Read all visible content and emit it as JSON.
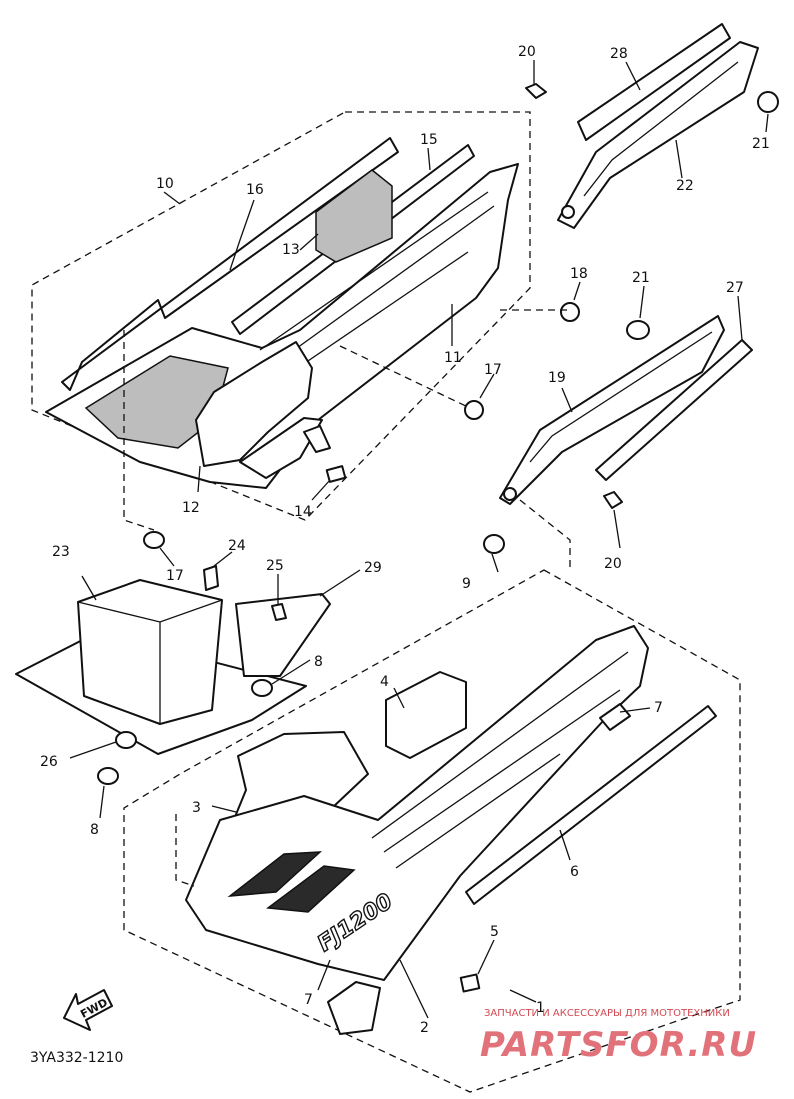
{
  "diagram_code": "3YA332-1210",
  "callouts": {
    "c1": "1",
    "c2": "2",
    "c3": "3",
    "c4": "4",
    "c5": "5",
    "c6": "6",
    "c7a": "7",
    "c7b": "7",
    "c8a": "8",
    "c8b": "8",
    "c9": "9",
    "c10": "10",
    "c11": "11",
    "c12": "12",
    "c13": "13",
    "c14": "14",
    "c15": "15",
    "c16": "16",
    "c17a": "17",
    "c17b": "17",
    "c18": "18",
    "c19": "19",
    "c20a": "20",
    "c20b": "20",
    "c21a": "21",
    "c21b": "21",
    "c22": "22",
    "c23": "23",
    "c24": "24",
    "c25": "25",
    "c26": "26",
    "c27": "27",
    "c28": "28",
    "c29": "29"
  },
  "fwd_label": "FWD",
  "model_emboss": "FJ1200",
  "watermark": {
    "tagline": "ЗАПЧАСТИ И АКСЕССУАРЫ ДЛЯ МОТОТЕХНИКИ",
    "site": "PARTSFOR.RU"
  }
}
